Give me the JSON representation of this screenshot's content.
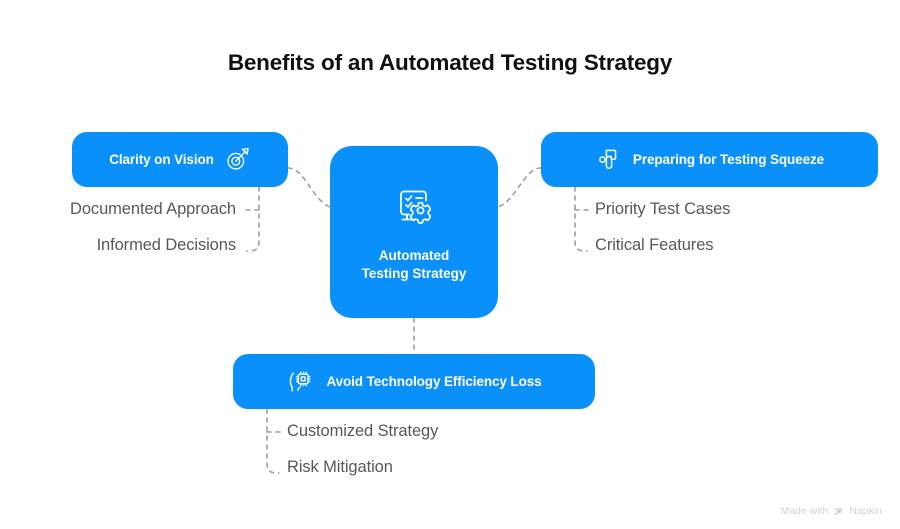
{
  "title": "Benefits of an Automated Testing Strategy",
  "theme": {
    "accent": "#0a90fb",
    "title_color": "#111111",
    "sub_text_color": "#56585c",
    "connector_color": "#9a9da2",
    "background": "#ffffff",
    "watermark_color": "#cfd2d6"
  },
  "center": {
    "label": "Automated\nTesting Strategy",
    "icon": "checklist-gear-icon"
  },
  "branches": [
    {
      "id": "clarity",
      "label": "Clarity on Vision",
      "icon": "target-arrow-icon",
      "icon_position": "right",
      "sub_items": [
        "Documented Approach",
        "Informed Decisions"
      ]
    },
    {
      "id": "prepare",
      "label": "Preparing for Testing Squeeze",
      "icon": "compressed-blocks-icon",
      "icon_position": "left",
      "sub_items": [
        "Priority Test Cases",
        "Critical Features"
      ]
    },
    {
      "id": "avoid",
      "label": "Avoid Technology Efficiency Loss",
      "icon": "head-chip-icon",
      "icon_position": "left",
      "sub_items": [
        "Customized Strategy",
        "Risk Mitigation"
      ]
    }
  ],
  "watermark": {
    "prefix": "Made with",
    "brand": "Napkin",
    "icon": "napkin-logo-icon"
  }
}
